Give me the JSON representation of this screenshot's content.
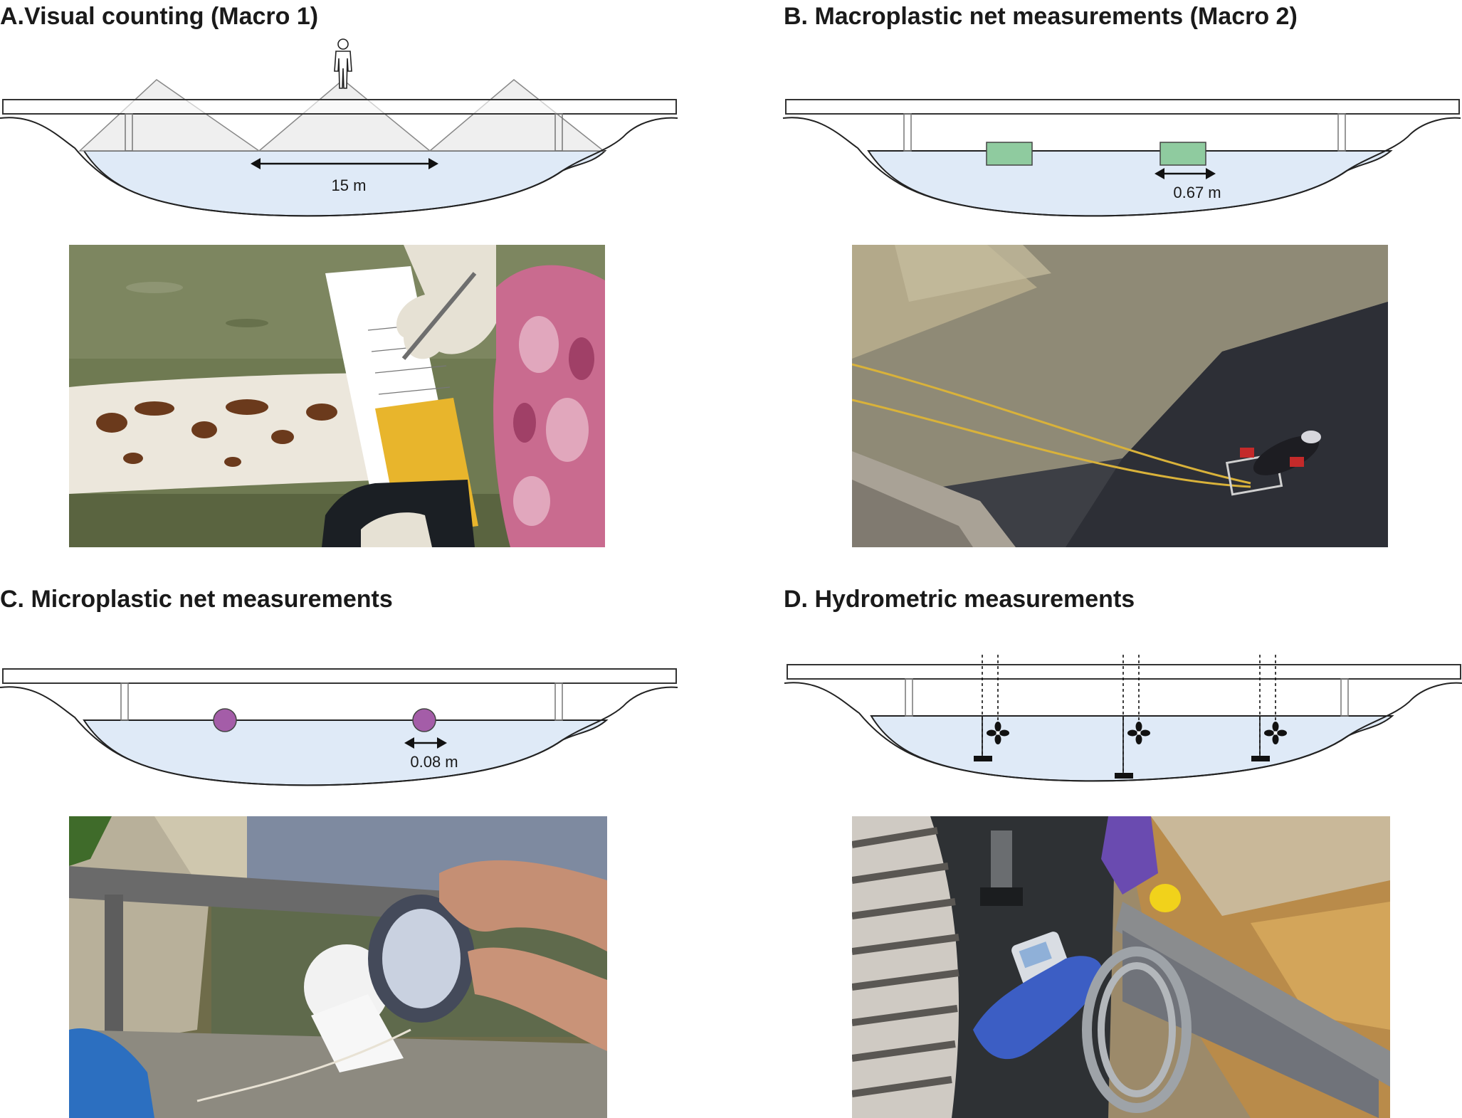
{
  "panels": {
    "a": {
      "title": "A.Visual counting (Macro 1)",
      "distance_label": "15 m"
    },
    "b": {
      "title": "B. Macroplastic net measurements (Macro 2)",
      "distance_label": "0.67 m"
    },
    "c": {
      "title": "C. Microplastic net measurements",
      "distance_label": "0.08 m"
    },
    "d": {
      "title": "D. Hydrometric measurements"
    }
  },
  "colors": {
    "water": "#dfeaf7",
    "bridge_stroke": "#333333",
    "view_cone": "#ececec",
    "macro_net": "#8fcb9f",
    "micro_net": "#a45da8",
    "sensor": "#111111"
  },
  "icons": {
    "observer": "person-icon",
    "flow_meter": "propeller-icon",
    "depth_sensor": "pressure-sensor-icon"
  }
}
